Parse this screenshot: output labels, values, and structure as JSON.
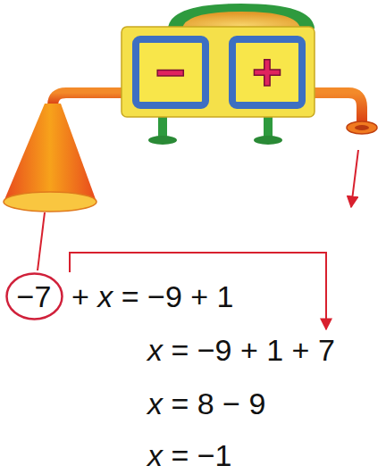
{
  "diagram": {
    "nodes": [
      {
        "text": [
          "−"
        ]
      },
      {
        "text": [
          "+"
        ]
      },
      {
        "text": [
          "−7"
        ]
      }
    ],
    "labels": [
      "+ x = −9 + 1",
      "x = −9 + 1 + 7",
      "x = 8 − 9",
      "x = −1"
    ]
  }
}
